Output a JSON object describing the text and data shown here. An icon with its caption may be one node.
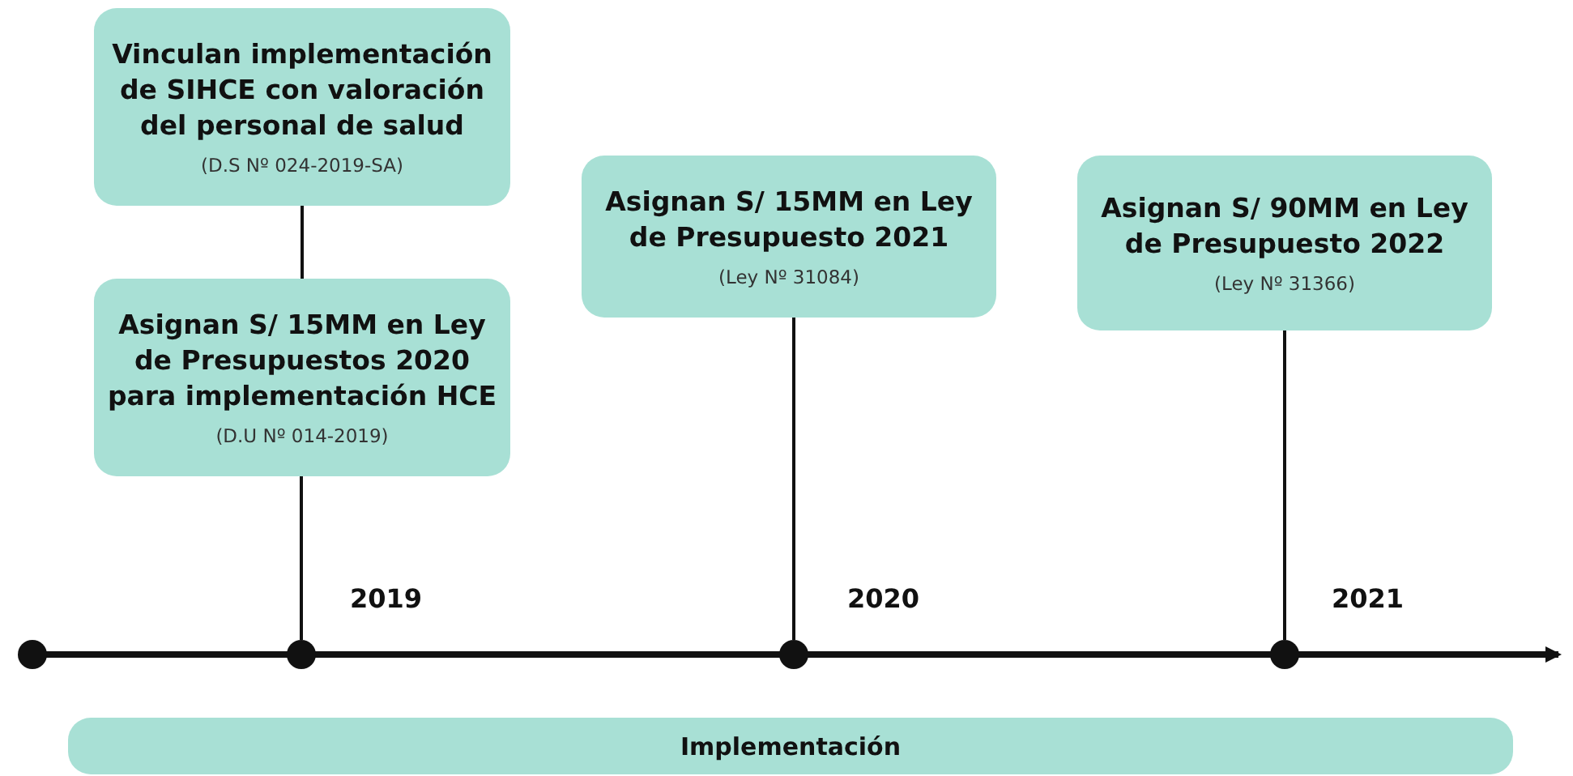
{
  "diagram": {
    "nodes": [
      {
        "text": [
          "Vinculan implementación de SIHCE con valoración del personal de salud",
          "(D.S Nº 024-2019-SA)"
        ]
      },
      {
        "text": [
          "Asignan S/ 15MM en Ley de Presupuestos 2020 para implementación HCE",
          "(D.U Nº 014-2019)"
        ]
      },
      {
        "text": [
          "Asignan S/ 15MM en Ley de Presupuesto 2021",
          "(Ley Nº 31084)"
        ]
      },
      {
        "text": [
          "Asignan S/ 90MM en Ley de Presupuesto 2022",
          "(Ley Nº 31366)"
        ]
      },
      {
        "text": [],
        "shape": "circle"
      },
      {
        "text": [],
        "shape": "circle"
      },
      {
        "text": [],
        "shape": "circle"
      },
      {
        "text": [
          "Implementación"
        ]
      }
    ],
    "edges": [
      {
        "from": 0,
        "to": 1,
        "arrow": "none"
      },
      {
        "from": 1,
        "to": 4,
        "arrow": "none"
      },
      {
        "from": 2,
        "to": 5,
        "arrow": "none"
      },
      {
        "from": 3,
        "to": 6,
        "arrow": "none"
      }
    ],
    "labels": [
      "2019",
      "2020",
      "2021"
    ]
  }
}
